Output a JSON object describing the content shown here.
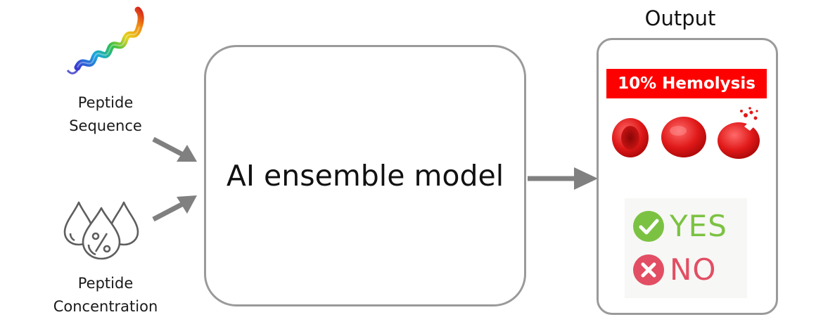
{
  "inputs": {
    "sequence_label_line1": "Peptide",
    "sequence_label_line2": "Sequence",
    "concentration_label_line1": "Peptide",
    "concentration_label_line2": "Concentration"
  },
  "model": {
    "label": "AI ensemble model"
  },
  "output": {
    "title": "Output",
    "hemolysis_label": "10% Hemolysis",
    "yes_label": "YES",
    "no_label": "NO"
  },
  "colors": {
    "border": "#9a9a9a",
    "arrow": "#808080",
    "banner": "#ff0000",
    "yes": "#7cc242",
    "no": "#e24e63",
    "cell": "#d50f0f"
  },
  "icons": [
    "peptide-helix-icon",
    "concentration-drops-icon",
    "red-blood-cell-icon",
    "check-icon",
    "cross-icon"
  ]
}
